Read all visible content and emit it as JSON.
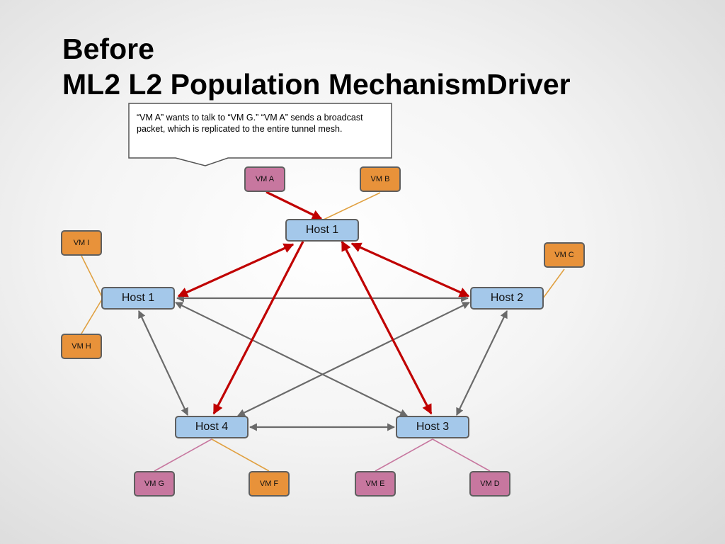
{
  "title": {
    "line1": "Before",
    "line2": "ML2 L2 Population MechanismDriver"
  },
  "callout": {
    "text": "“VM A” wants to talk to “VM G.” “VM A” sends a broadcast packet, which is replicated to the entire tunnel mesh."
  },
  "hosts": {
    "top": "Host 1",
    "left": "Host 1",
    "right": "Host 2",
    "bottom_left": "Host 4",
    "bottom_right": "Host 3"
  },
  "vms": {
    "a": "VM A",
    "b": "VM B",
    "c": "VM C",
    "d": "VM D",
    "e": "VM E",
    "f": "VM F",
    "g": "VM G",
    "h": "VM H",
    "i": "VM I"
  },
  "colors": {
    "broadcast_arrow": "#c00000",
    "mesh_arrow": "#6a6a6a",
    "host_fill": "#a4c8ea",
    "vm_orange": "#e8923a",
    "vm_pink": "#c7779f",
    "orange_link": "#e0a040",
    "pink_link": "#c7779f"
  }
}
